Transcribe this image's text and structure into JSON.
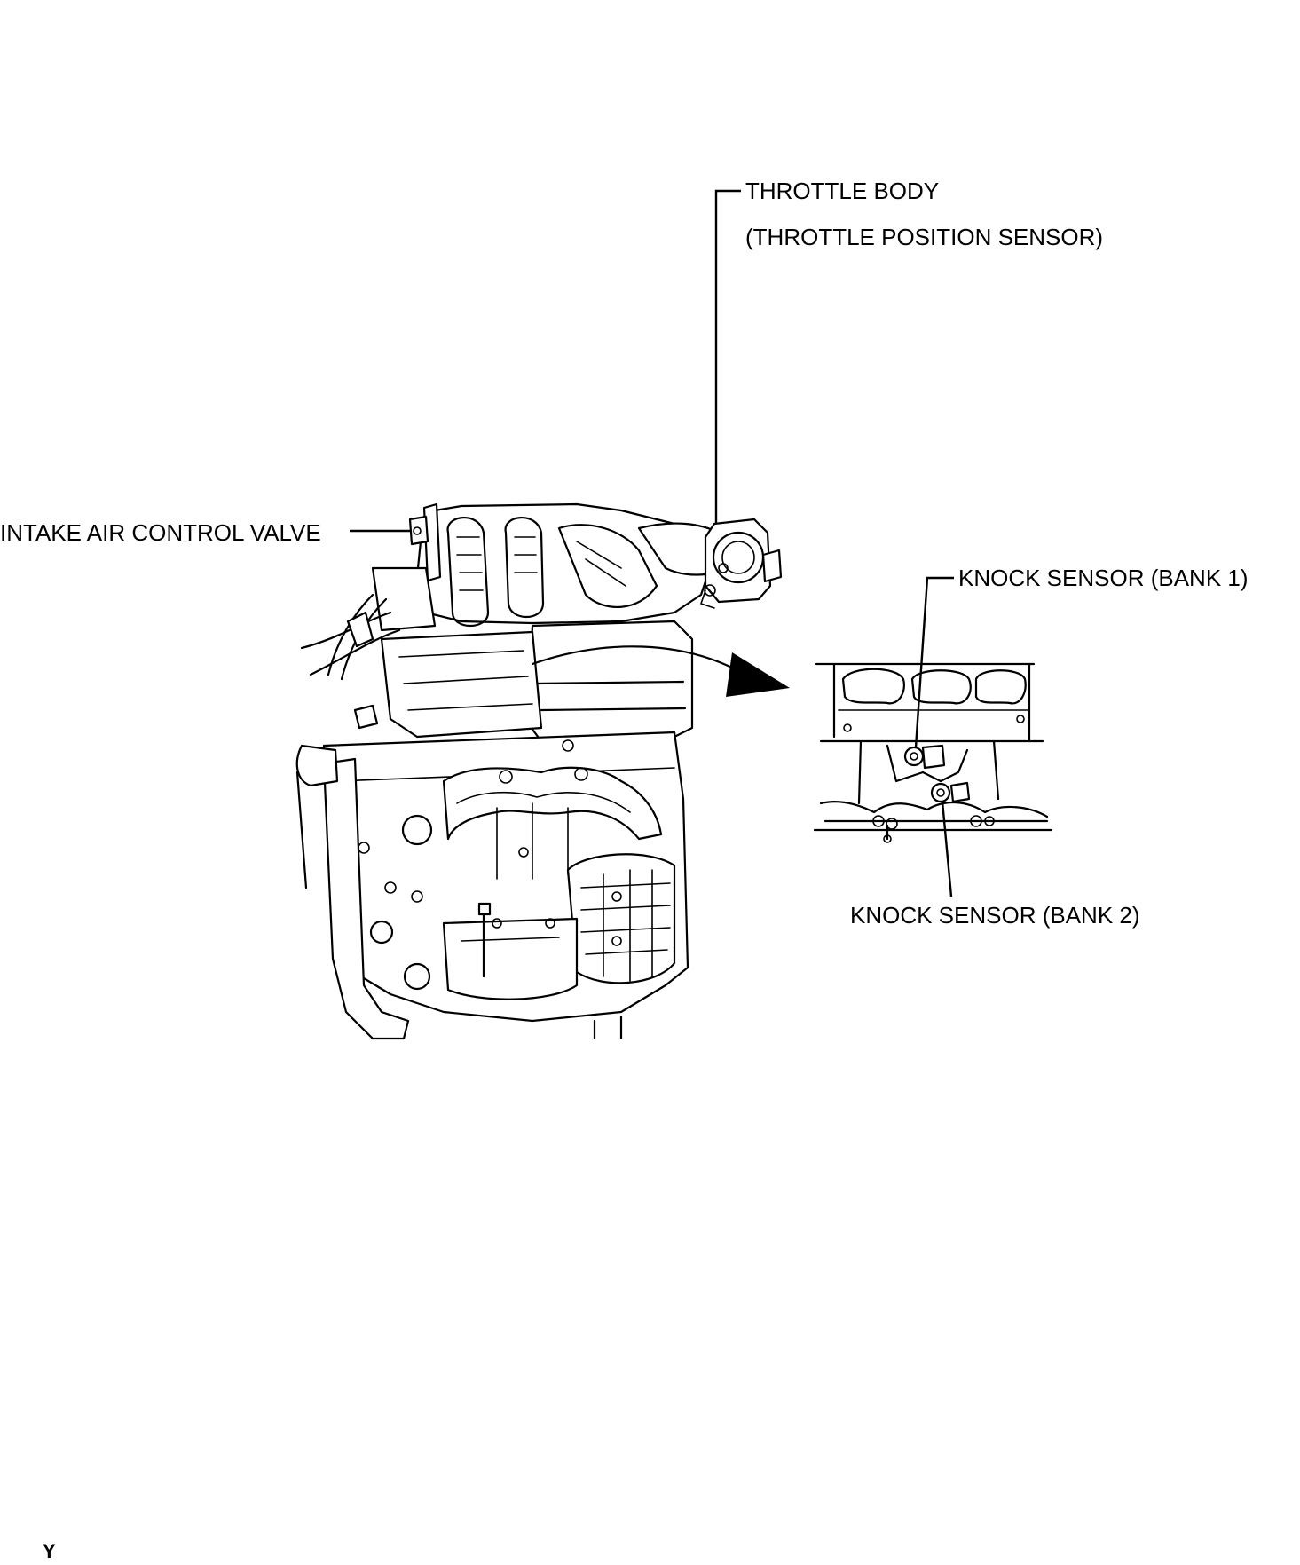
{
  "labels": {
    "throttle_body": "THROTTLE BODY",
    "throttle_position_sensor": "(THROTTLE POSITION SENSOR)",
    "intake_air_control_valve": "INTAKE AIR CONTROL VALVE",
    "knock_sensor_bank1": "KNOCK SENSOR (BANK 1)",
    "knock_sensor_bank2": "KNOCK SENSOR (BANK 2)"
  },
  "figure_code": "Y"
}
